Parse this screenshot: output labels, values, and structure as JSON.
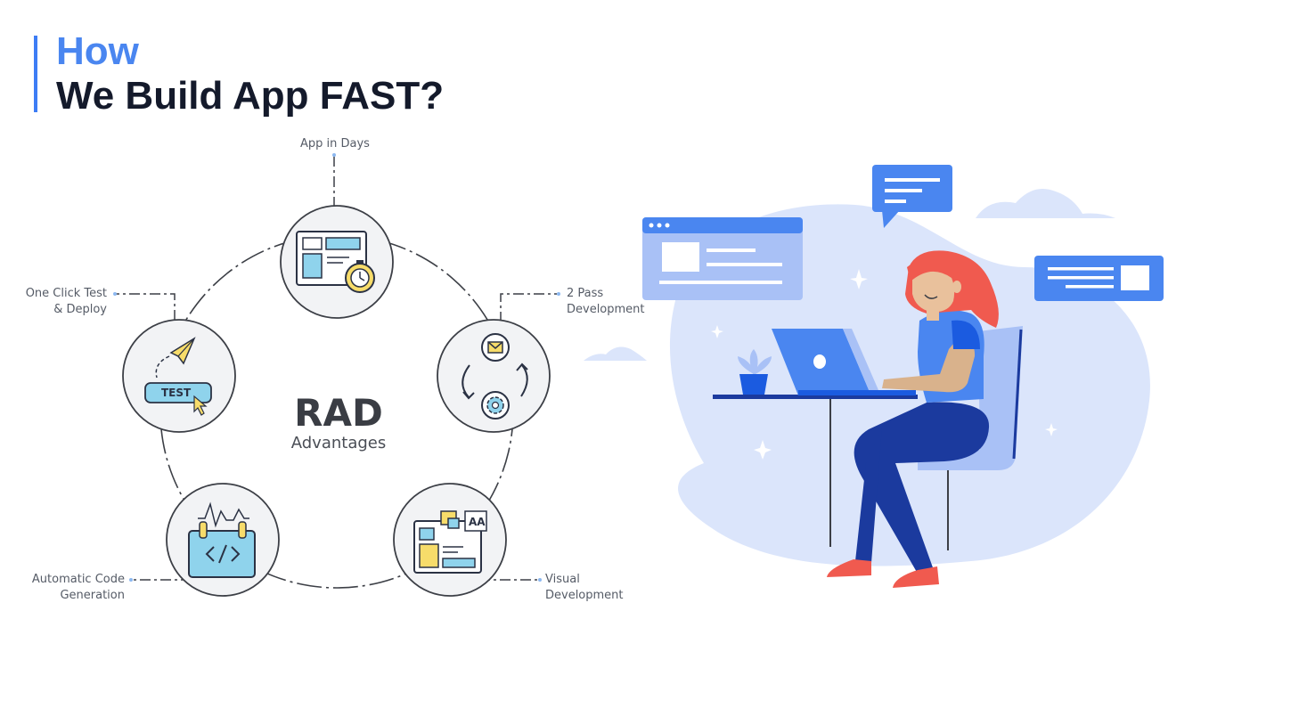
{
  "title": {
    "line1": "How",
    "line2": "We Build App FAST?"
  },
  "diagram": {
    "center_title": "RAD",
    "center_subtitle": "Advantages",
    "nodes": [
      {
        "line1": "App in Days",
        "line2": "",
        "icon": "app-timer-icon"
      },
      {
        "line1": "2 Pass",
        "line2": "Development",
        "icon": "cycle-gear-icon"
      },
      {
        "line1": "Visual",
        "line2": "Development",
        "icon": "visual-layout-icon"
      },
      {
        "line1": "Automatic Code",
        "line2": "Generation",
        "icon": "code-board-icon"
      },
      {
        "line1": "One Click Test",
        "line2": "& Deploy",
        "icon": "test-deploy-icon"
      }
    ],
    "test_button_text": "TEST",
    "font_sample": "AA"
  },
  "colors": {
    "accent_blue": "#4a86f0",
    "title_dark": "#141a2b",
    "light_blue_bg": "#dbe5fb",
    "hair_red": "#f05a4f",
    "pants_navy": "#1b3a9e"
  }
}
